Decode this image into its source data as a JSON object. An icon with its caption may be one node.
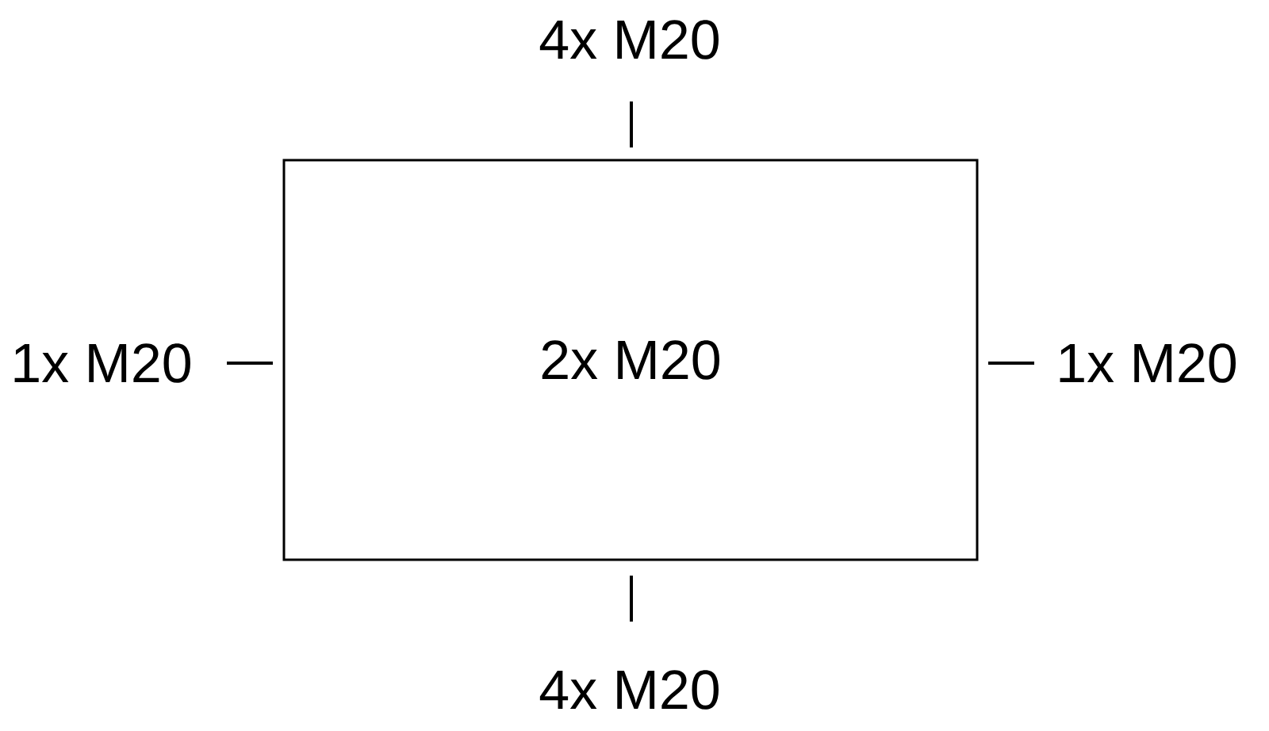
{
  "diagram": {
    "nodes": [
      {
        "text": [
          "2x M20"
        ]
      }
    ],
    "labels": [
      "4x M20",
      "1x M20",
      "1x M20",
      "4x M20"
    ]
  }
}
